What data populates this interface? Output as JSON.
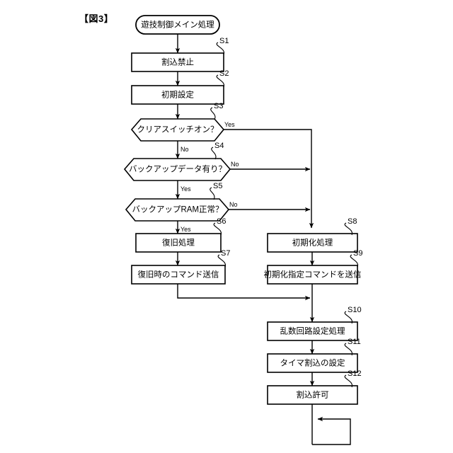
{
  "figure": {
    "label": "【図3】",
    "title": "遊技制御メイン処理"
  },
  "diagram": {
    "type": "flowchart",
    "start_node": {
      "id": "start",
      "shape": "terminator",
      "text": "遊技制御メイン処理"
    },
    "branch_labels": {
      "yes": "Yes",
      "no": "No"
    },
    "nodes": [
      {
        "id": "S1",
        "step": "S1",
        "shape": "process",
        "text": "割込禁止"
      },
      {
        "id": "S2",
        "step": "S2",
        "shape": "process",
        "text": "初期設定"
      },
      {
        "id": "S3",
        "step": "S3",
        "shape": "decision",
        "text": "クリアスイッチオン？"
      },
      {
        "id": "S4",
        "step": "S4",
        "shape": "decision",
        "text": "バックアップデータ有り？"
      },
      {
        "id": "S5",
        "step": "S5",
        "shape": "decision",
        "text": "バックアップRAM正常？"
      },
      {
        "id": "S6",
        "step": "S6",
        "shape": "process",
        "text": "復旧処理"
      },
      {
        "id": "S7",
        "step": "S7",
        "shape": "process",
        "text": "復旧時のコマンド送信"
      },
      {
        "id": "S8",
        "step": "S8",
        "shape": "process",
        "text": "初期化処理"
      },
      {
        "id": "S9",
        "step": "S9",
        "shape": "process",
        "text": "初期化指定コマンドを送信"
      },
      {
        "id": "S10",
        "step": "S10",
        "shape": "process",
        "text": "乱数回路設定処理"
      },
      {
        "id": "S11",
        "step": "S11",
        "shape": "process",
        "text": "タイマ割込の設定"
      },
      {
        "id": "S12",
        "step": "S12",
        "shape": "process",
        "text": "割込許可"
      }
    ],
    "edges": [
      {
        "from": "start",
        "to": "S1",
        "label": ""
      },
      {
        "from": "S1",
        "to": "S2",
        "label": ""
      },
      {
        "from": "S2",
        "to": "S3",
        "label": ""
      },
      {
        "from": "S3",
        "to": "S4",
        "label": "No"
      },
      {
        "from": "S3",
        "to": "S8",
        "label": "Yes"
      },
      {
        "from": "S4",
        "to": "S5",
        "label": "Yes"
      },
      {
        "from": "S4",
        "to": "S8",
        "label": "No"
      },
      {
        "from": "S5",
        "to": "S6",
        "label": "Yes"
      },
      {
        "from": "S5",
        "to": "S8",
        "label": "No"
      },
      {
        "from": "S6",
        "to": "S7",
        "label": ""
      },
      {
        "from": "S7",
        "to": "S10",
        "label": ""
      },
      {
        "from": "S8",
        "to": "S9",
        "label": ""
      },
      {
        "from": "S9",
        "to": "S10",
        "label": ""
      },
      {
        "from": "S10",
        "to": "S11",
        "label": ""
      },
      {
        "from": "S11",
        "to": "S12",
        "label": ""
      },
      {
        "from": "S12",
        "to": "S12",
        "label": "loop"
      }
    ],
    "colors": {
      "stroke": "#000000",
      "fill": "#ffffff",
      "background": "#ffffff"
    }
  }
}
